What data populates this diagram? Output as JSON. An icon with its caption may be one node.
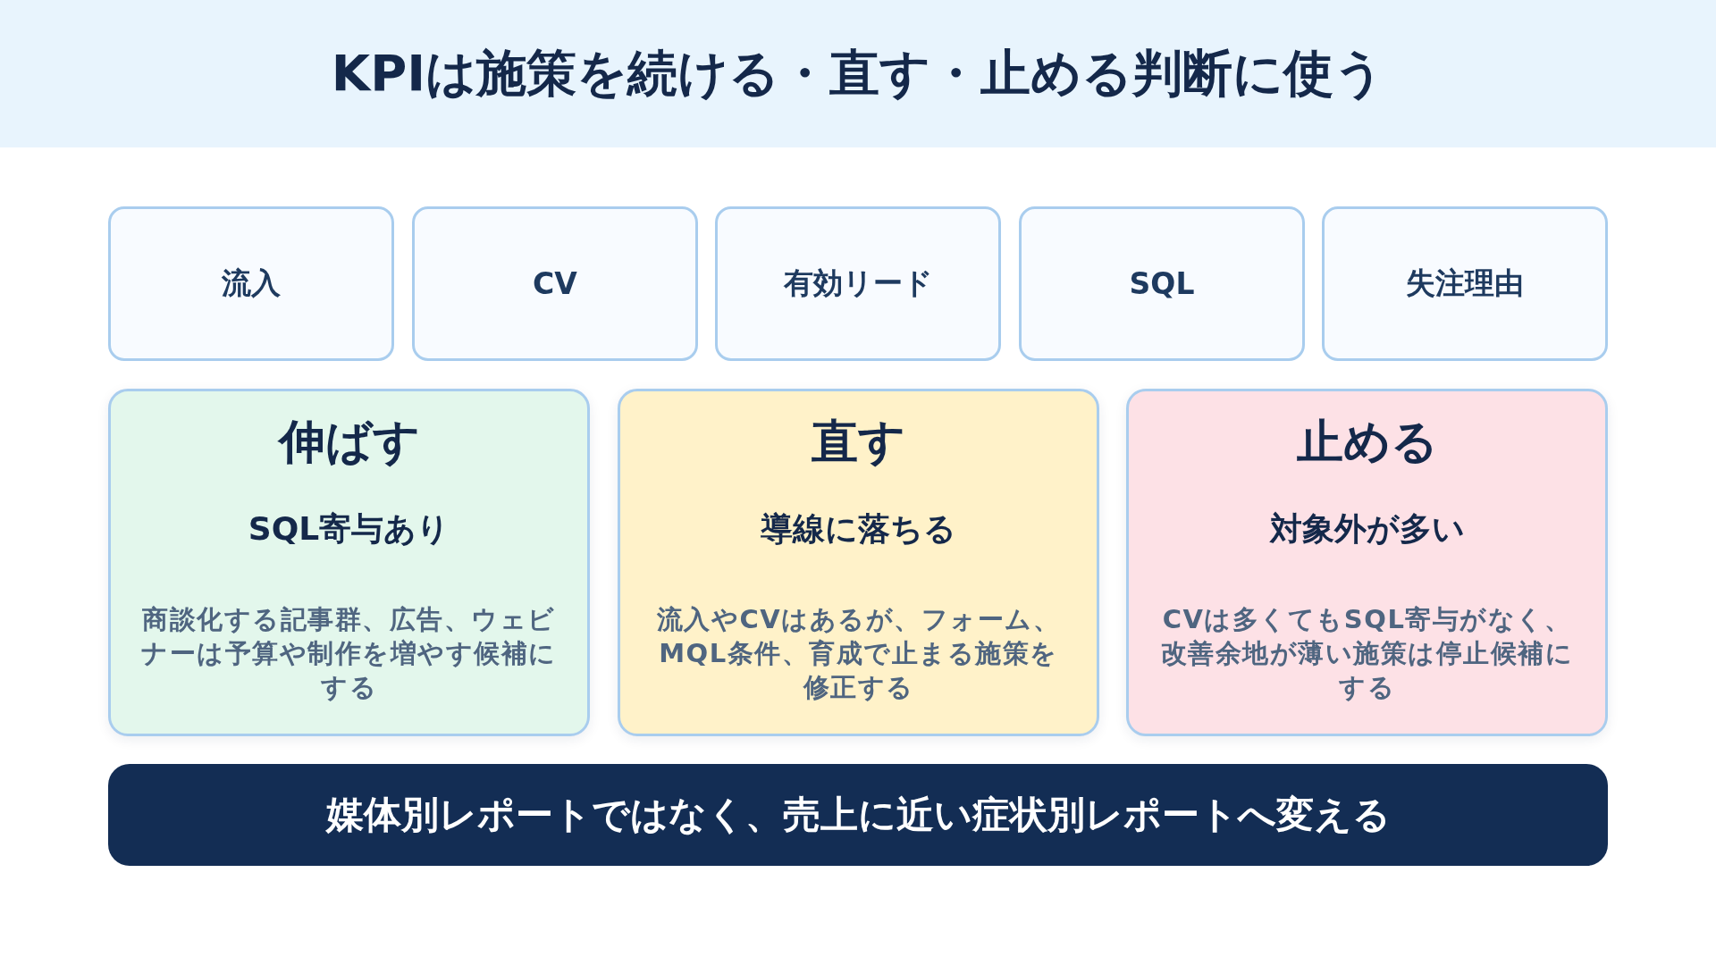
{
  "diagram": {
    "title": "KPIは施策を続ける・直す・止める判断に使う",
    "nodes": [
      {
        "text": [
          "流入"
        ]
      },
      {
        "text": [
          "CV"
        ]
      },
      {
        "text": [
          "有効リード"
        ]
      },
      {
        "text": [
          "SQL"
        ]
      },
      {
        "text": [
          "失注理由"
        ]
      },
      {
        "text": [
          "伸ばす",
          "SQL寄与あり",
          "商談化する記事群、広告、ウェビナーは予算や制作を増やす候補にする"
        ]
      },
      {
        "text": [
          "直す",
          "導線に落ちる",
          "流入やCVはあるが、フォーム、MQL条件、育成で止まる施策を修正する"
        ]
      },
      {
        "text": [
          "止める",
          "対象外が多い",
          "CVは多くてもSQL寄与がなく、改善余地が薄い施策は停止候補にする"
        ]
      },
      {
        "text": [
          "媒体別レポートではなく、売上に近い症状別レポートへ変える"
        ]
      }
    ]
  }
}
